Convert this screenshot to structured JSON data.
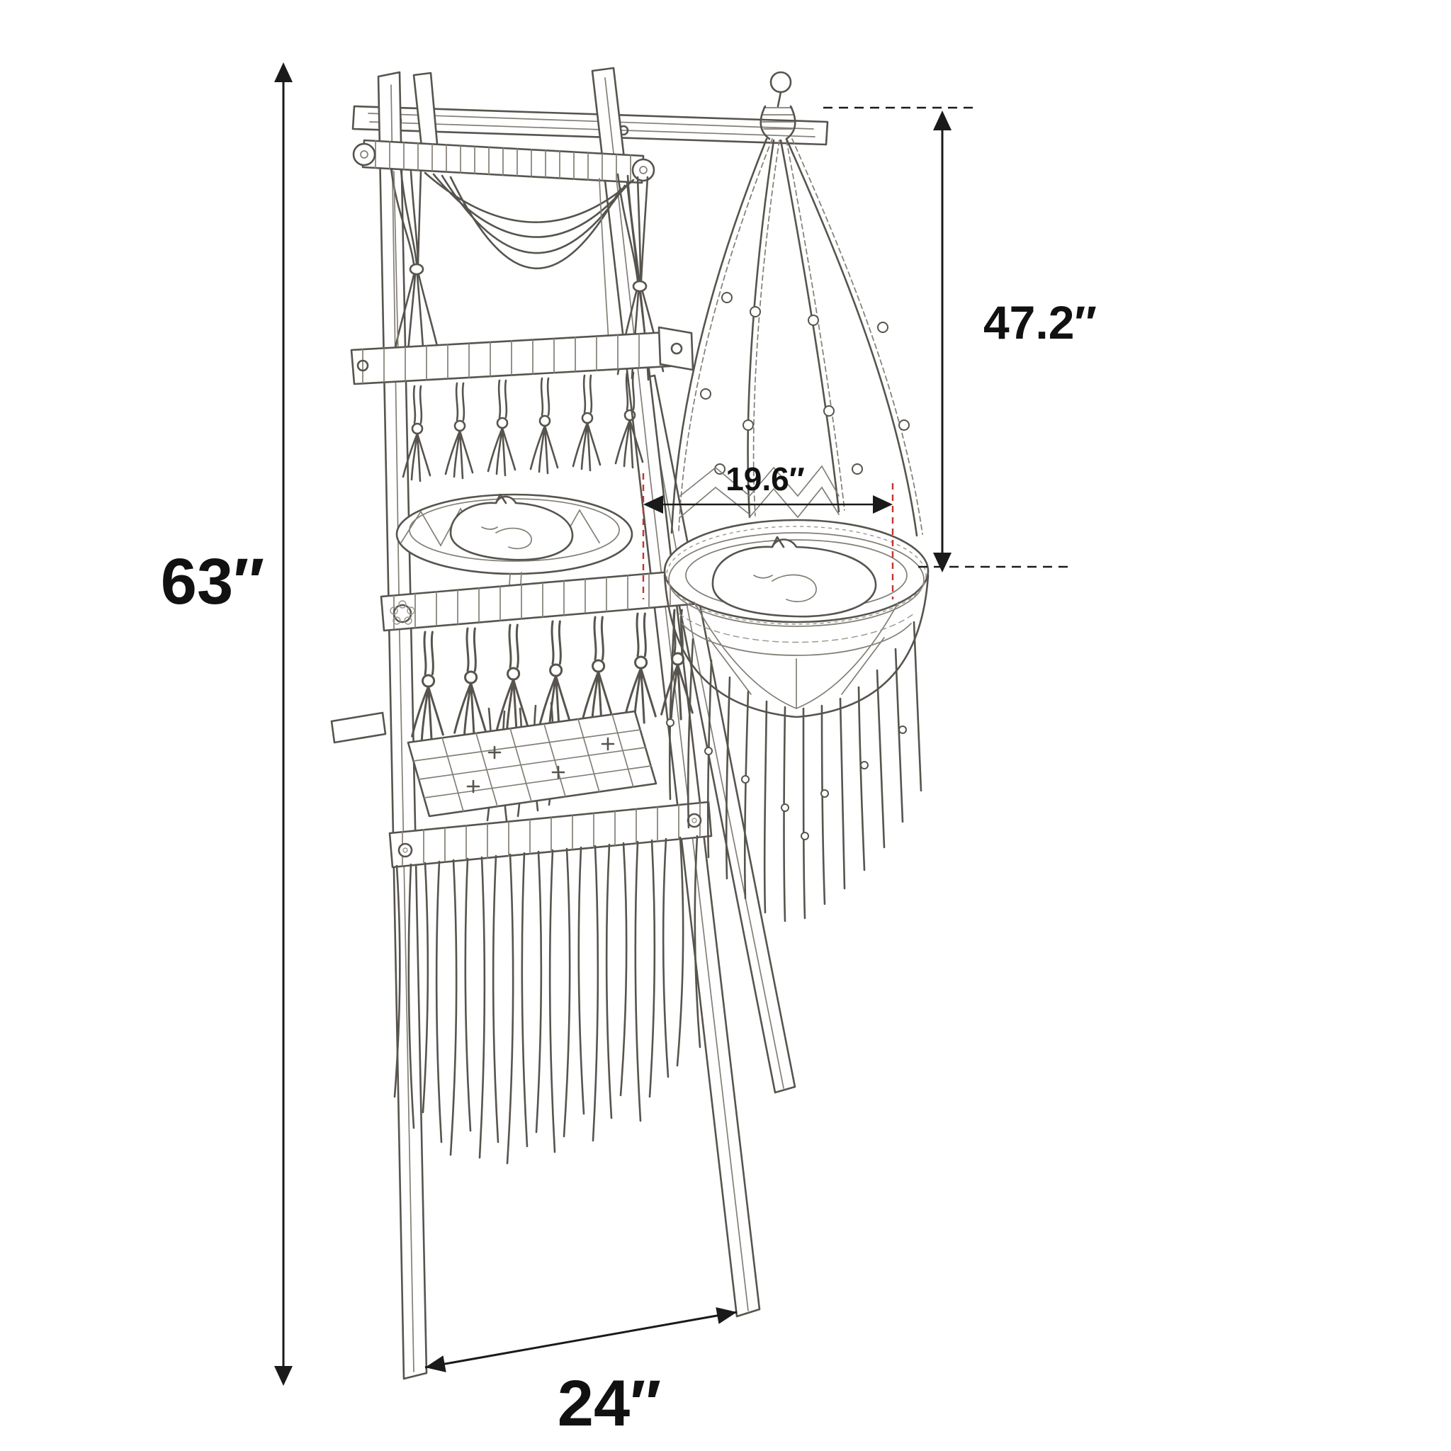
{
  "diagram": {
    "dimensions": {
      "overall_height": "63″",
      "base_width": "24″",
      "hanging_height": "47.2″",
      "basket_width": "19.6″"
    },
    "colors": {
      "background": "#ffffff",
      "sketch_line": "#57544e",
      "dimension_line": "#1a1a1a",
      "accent_red": "#c4362e"
    }
  }
}
